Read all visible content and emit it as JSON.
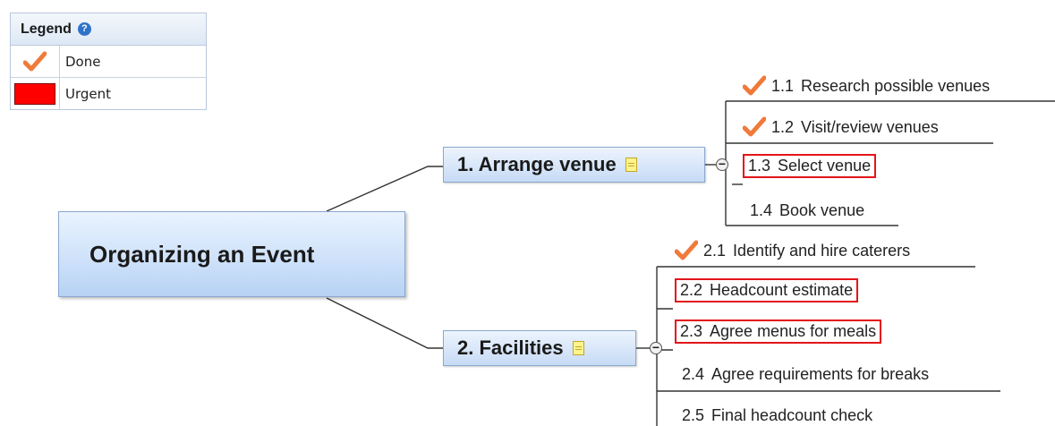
{
  "legend": {
    "title": "Legend",
    "help_icon": "?",
    "rows": [
      {
        "icon": "check-icon",
        "label": "Done"
      },
      {
        "icon": "urgent-swatch",
        "label": "Urgent",
        "color": "#ff0000"
      }
    ]
  },
  "central_topic": "Organizing an Event",
  "colors": {
    "check": "#f07a3a",
    "urgent": "#e3151a",
    "topic_fill": "#c7dbf5",
    "line": "#333333"
  },
  "topics": [
    {
      "label": "1.  Arrange venue",
      "subtopics": [
        {
          "num": "1.1",
          "label": "Research possible venues",
          "done": true,
          "urgent": false
        },
        {
          "num": "1.2",
          "label": "Visit/review venues",
          "done": true,
          "urgent": false
        },
        {
          "num": "1.3",
          "label": "Select venue",
          "done": false,
          "urgent": true
        },
        {
          "num": "1.4",
          "label": "Book venue",
          "done": false,
          "urgent": false
        }
      ]
    },
    {
      "label": "2.  Facilities",
      "subtopics": [
        {
          "num": "2.1",
          "label": "Identify and hire caterers",
          "done": true,
          "urgent": false
        },
        {
          "num": "2.2",
          "label": "Headcount estimate",
          "done": false,
          "urgent": true
        },
        {
          "num": "2.3",
          "label": "Agree menus for meals",
          "done": false,
          "urgent": true
        },
        {
          "num": "2.4",
          "label": "Agree requirements for breaks",
          "done": false,
          "urgent": false
        },
        {
          "num": "2.5",
          "label": "Final headcount check",
          "done": false,
          "urgent": false
        }
      ]
    }
  ]
}
